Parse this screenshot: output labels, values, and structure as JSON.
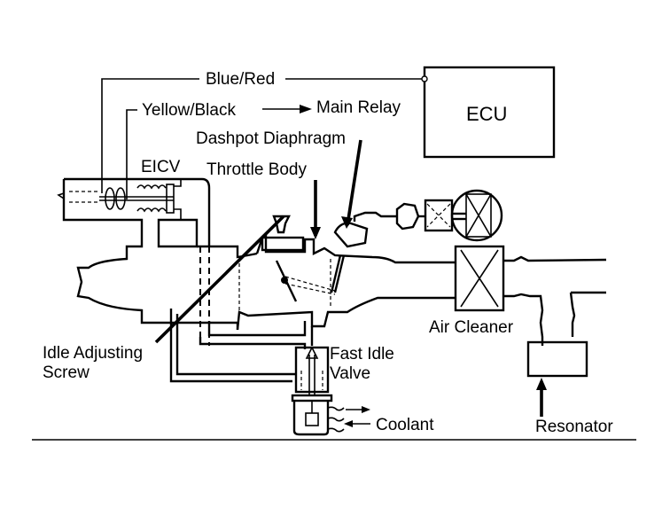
{
  "diagram": {
    "title": "Idle Speed Control System",
    "labels": {
      "blue_red": "Blue/Red",
      "yellow_black": "Yellow/Black",
      "main_relay": "Main Relay",
      "ecu": "ECU",
      "dashpot_diaphragm": "Dashpot Diaphragm",
      "eicv": "EICV",
      "throttle_body": "Throttle Body",
      "air_cleaner": "Air Cleaner",
      "idle_adjusting_screw_line1": "Idle Adjusting",
      "idle_adjusting_screw_line2": "Screw",
      "fast_idle_valve_line1": "Fast Idle",
      "fast_idle_valve_line2": "Valve",
      "coolant": "Coolant",
      "resonator": "Resonator"
    }
  }
}
